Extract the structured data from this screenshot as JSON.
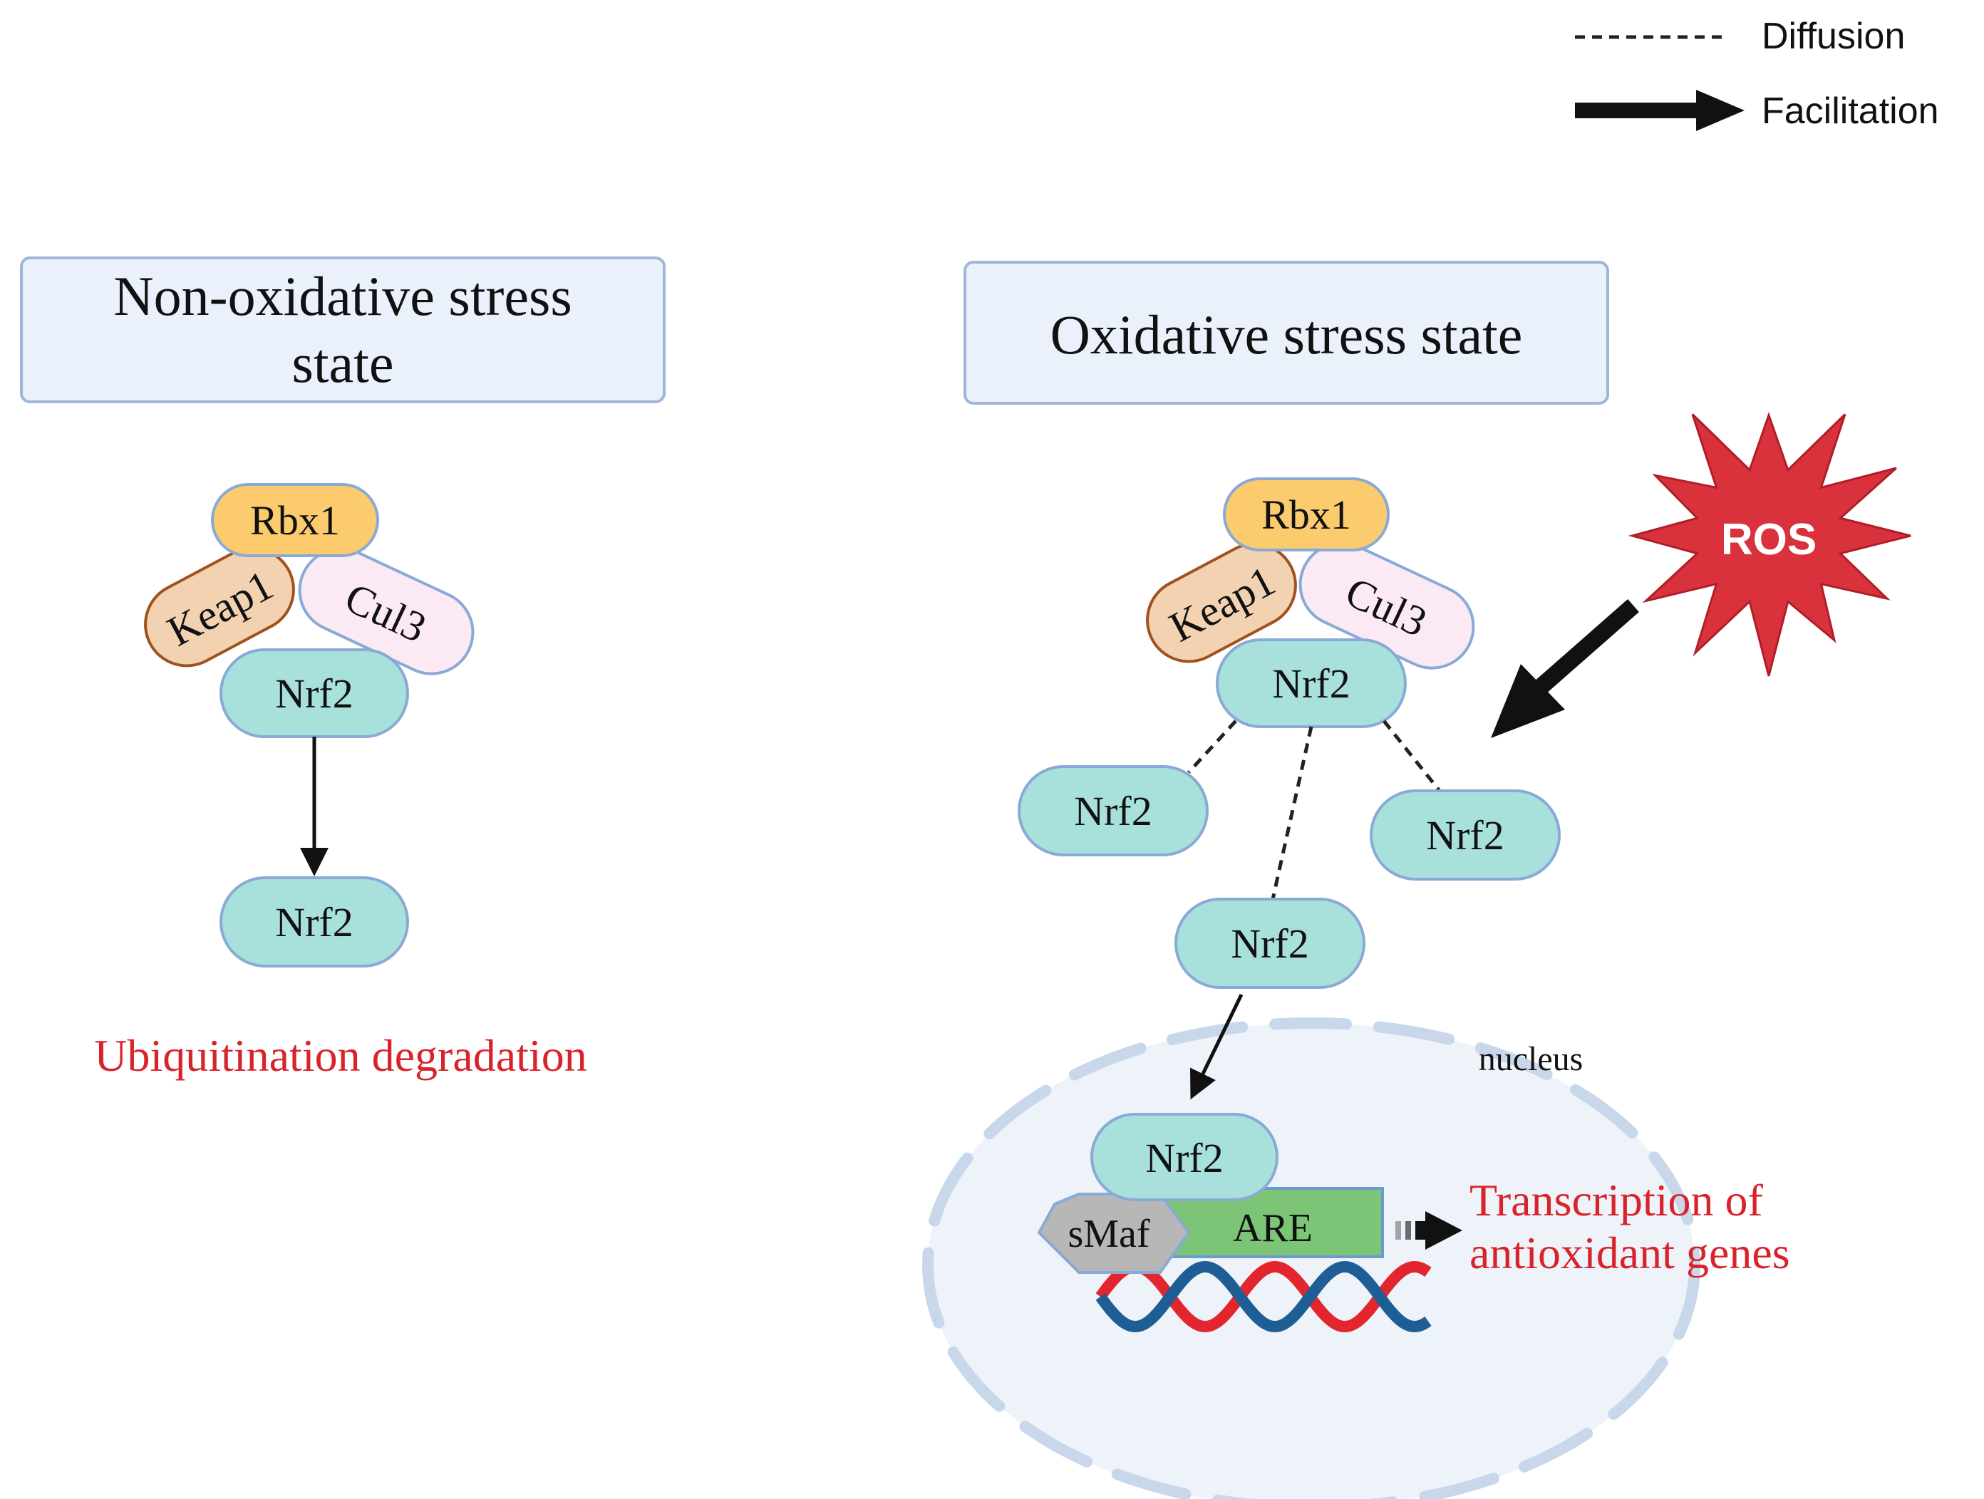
{
  "legend": {
    "diffusion_label": "Diffusion",
    "facilitation_label": "Facilitation"
  },
  "left_panel": {
    "title_line1": "Non-oxidative stress",
    "title_line2": "state",
    "complex": {
      "rbx1": "Rbx1",
      "keap1": "Keap1",
      "cul3": "Cul3",
      "nrf2": "Nrf2"
    },
    "released_nrf2": "Nrf2",
    "outcome": "Ubiquitination degradation"
  },
  "right_panel": {
    "title": "Oxidative stress state",
    "complex": {
      "rbx1": "Rbx1",
      "keap1": "Keap1",
      "cul3": "Cul3",
      "nrf2": "Nrf2"
    },
    "ros_label": "ROS",
    "diffused_nrf2": [
      "Nrf2",
      "Nrf2",
      "Nrf2"
    ],
    "nucleus_label": "nucleus",
    "nuclear_nrf2": "Nrf2",
    "smaf_label": "sMaf",
    "are_label": "ARE",
    "outcome_line1": "Transcription of",
    "outcome_line2": "antioxidant genes"
  },
  "colors": {
    "title_box_fill": "#eaf1fb",
    "title_box_stroke": "#9fb6d6",
    "rbx1": "#fbcb6e",
    "keap1": "#f3d2b2",
    "keap1_stroke": "#a0521e",
    "cul3": "#fbeaf3",
    "nrf2": "#a8e0dc",
    "protein_stroke": "#8aaad6",
    "ros": "#d9323d",
    "red_text": "#d9232b",
    "are": "#7cc577",
    "smaf": "#b7b7b7",
    "nucleus_fill": "#eef3fa",
    "nucleus_stroke": "#c8d8ea",
    "dna_red": "#e3262e",
    "dna_blue": "#1f5e94"
  }
}
